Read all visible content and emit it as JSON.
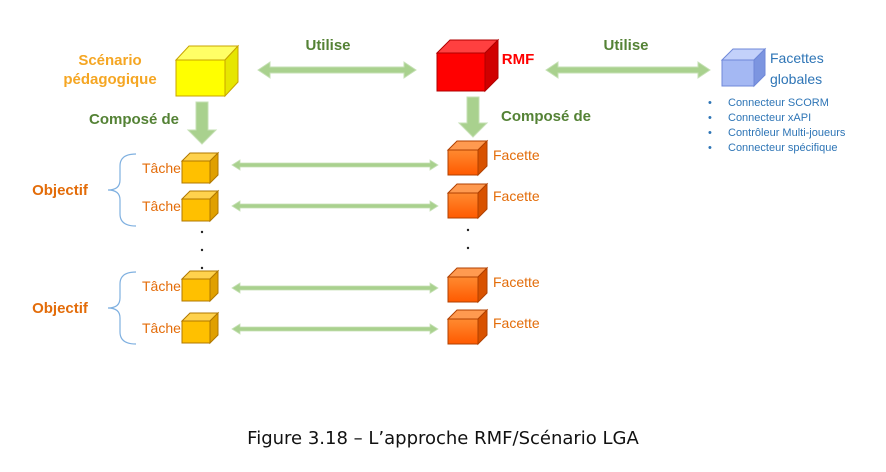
{
  "scenario": {
    "line1": "Scénario",
    "line2": "pédagogique"
  },
  "rmf": "RMF",
  "facettes_globales": {
    "line1": "Facettes",
    "line2": "globales"
  },
  "utilise_left": "Utilise",
  "utilise_right": "Utilise",
  "compose_left": "Composé de",
  "compose_right": "Composé de",
  "objectif_1": "Objectif",
  "objectif_2": "Objectif",
  "taches": [
    "Tâche",
    "Tâche",
    "Tâche",
    "Tâche"
  ],
  "facettes": [
    "Facette",
    "Facette",
    "Facette",
    "Facette"
  ],
  "connecteurs": [
    "Connecteur SCORM",
    "Connecteur xAPI",
    "Contrôleur Multi-joueurs",
    "Connecteur spécifique"
  ],
  "caption": "Figure 3.18 – L’approche RMF/Scénario LGA",
  "colors": {
    "scenario_cube": "#ffff00",
    "rmf_cube": "#ff0000",
    "tache_cube": "#ffc000",
    "facette_cube": "#ff6a00",
    "global_cube": "#8fa8f0",
    "arrow_green": "#a9d18e",
    "label_orange": "#f5a623",
    "objectif_orange": "#e36c09",
    "compose_green": "#548235",
    "blue_text": "#2e75b6"
  }
}
